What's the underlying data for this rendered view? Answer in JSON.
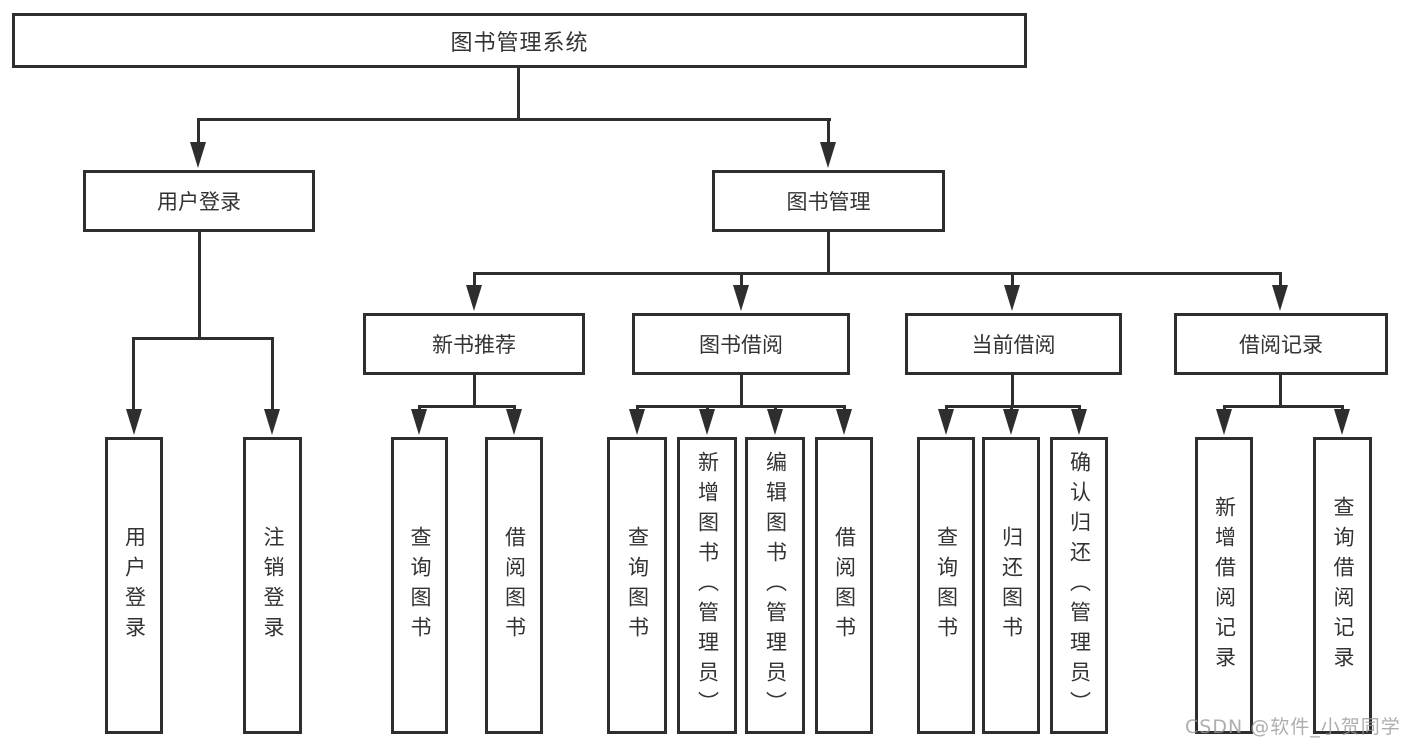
{
  "colors": {
    "line": "#2e2e2e",
    "text": "#333333",
    "background": "#ffffff",
    "watermark": "#9a9a9a"
  },
  "tree": {
    "root": {
      "label": "图书管理系统"
    },
    "level2": [
      {
        "label": "用户登录",
        "children": [
          "用户登录",
          "注销登录"
        ]
      },
      {
        "label": "图书管理"
      }
    ],
    "level3": [
      {
        "label": "新书推荐",
        "children": [
          "查询图书",
          "借阅图书"
        ]
      },
      {
        "label": "图书借阅",
        "children": [
          "查询图书",
          "新增图书（管理员）",
          "编辑图书（管理员）",
          "借阅图书"
        ]
      },
      {
        "label": "当前借阅",
        "children": [
          "查询图书",
          "归还图书",
          "确认归还（管理员）"
        ]
      },
      {
        "label": "借阅记录",
        "children": [
          "新增借阅记录",
          "查询借阅记录"
        ]
      }
    ]
  },
  "watermark": {
    "text": "CSDN @软件_小贺同学"
  }
}
